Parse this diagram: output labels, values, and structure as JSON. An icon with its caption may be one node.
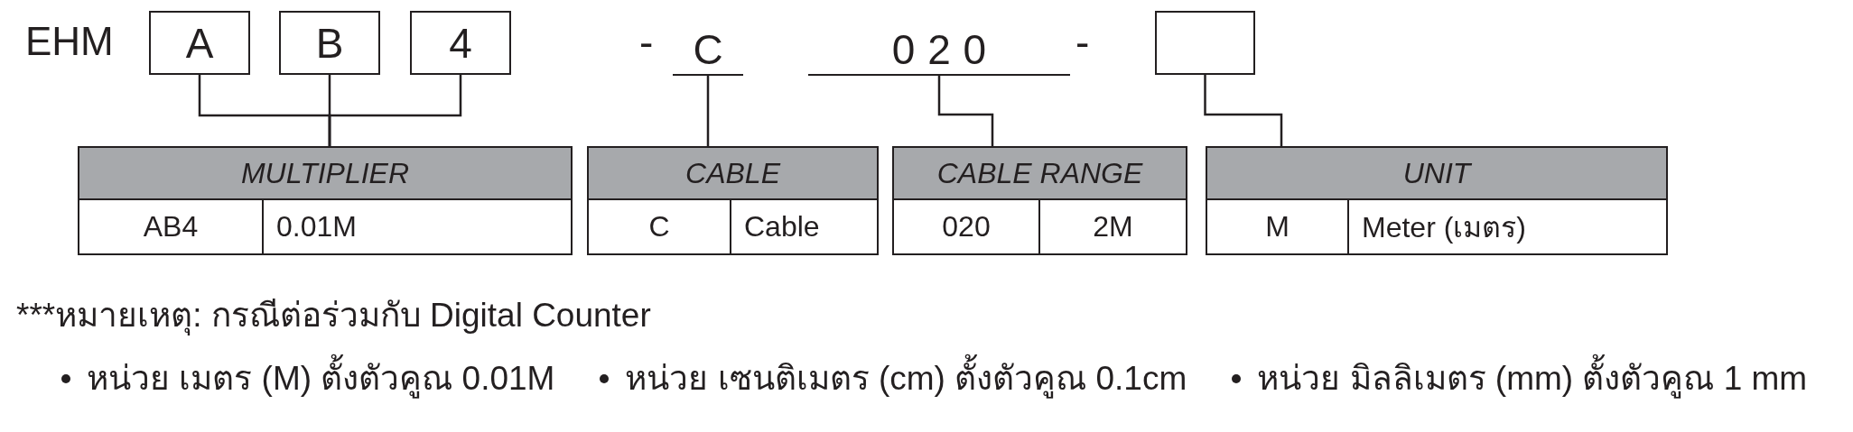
{
  "diagram": {
    "nodes": [
      {
        "text": [
          "A"
        ]
      },
      {
        "text": [
          "B"
        ]
      },
      {
        "text": [
          "4"
        ]
      },
      {
        "text": [
          "C"
        ]
      },
      {
        "text": [
          "020"
        ]
      },
      {
        "text": [],
        "shape": "box"
      },
      {
        "text": [
          "MULTIPLIER",
          "AB4",
          "0.01M"
        ]
      },
      {
        "text": [
          "CABLE",
          "C",
          "Cable"
        ]
      },
      {
        "text": [
          "CABLE RANGE",
          "020",
          "2M"
        ]
      },
      {
        "text": [
          "UNIT",
          "M",
          "Meter (เมตร)"
        ]
      }
    ],
    "edges": [
      {
        "from": 0,
        "to": 6,
        "arrow": "none"
      },
      {
        "from": 1,
        "to": 6,
        "arrow": "none"
      },
      {
        "from": 2,
        "to": 6,
        "arrow": "none"
      },
      {
        "from": 3,
        "to": 7,
        "arrow": "none"
      },
      {
        "from": 4,
        "to": 8,
        "arrow": "none"
      },
      {
        "from": 5,
        "to": 9,
        "arrow": "none"
      }
    ],
    "labels": [
      "EHM",
      "-",
      "-",
      "***หมายเหตุ: กรณีต่อร่วมกับ Digital Counter",
      "หน่วย เมตร (M) ตั้งตัวคูณ 0.01M",
      "หน่วย เซนติเมตร (cm) ตั้งตัวคูณ 0.1cm",
      "หน่วย มิลลิเมตร (mm) ตั้งตัวคูณ 1 mm"
    ]
  }
}
